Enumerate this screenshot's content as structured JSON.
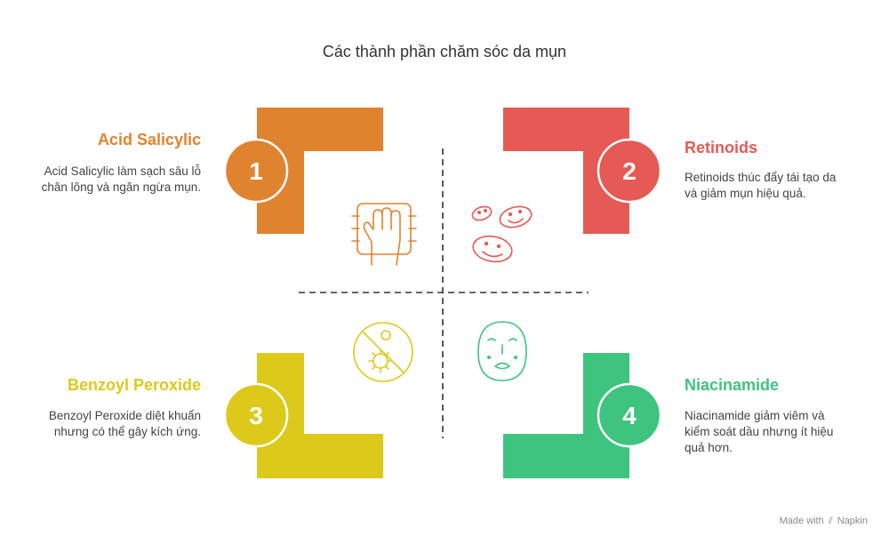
{
  "title": "Các thành phần chăm sóc da mụn",
  "items": [
    {
      "number": "1",
      "heading": "Acid Salicylic",
      "description": "Acid Salicylic làm sạch sâu lỗ chân lông và ngăn ngừa mụn.",
      "color": "#E0832F",
      "icon": "hand-pores-icon"
    },
    {
      "number": "2",
      "heading": "Retinoids",
      "description": "Retinoids thúc đẩy tái tạo da và giảm mụn hiệu quả.",
      "color": "#E55A55",
      "icon": "smiling-faces-icon"
    },
    {
      "number": "3",
      "heading": "Benzoyl Peroxide",
      "description": "Benzoyl Peroxide diệt khuẩn nhưng có thể gây kích ứng.",
      "color": "#DDC91A",
      "icon": "bacteria-no-icon"
    },
    {
      "number": "4",
      "heading": "Niacinamide",
      "description": "Niacinamide giảm viêm và kiểm soát dầu nhưng ít hiệu quả hơn.",
      "color": "#3EC47E",
      "icon": "face-mask-icon"
    }
  ],
  "watermark": {
    "prefix": "Made with",
    "brand": "Napkin"
  }
}
